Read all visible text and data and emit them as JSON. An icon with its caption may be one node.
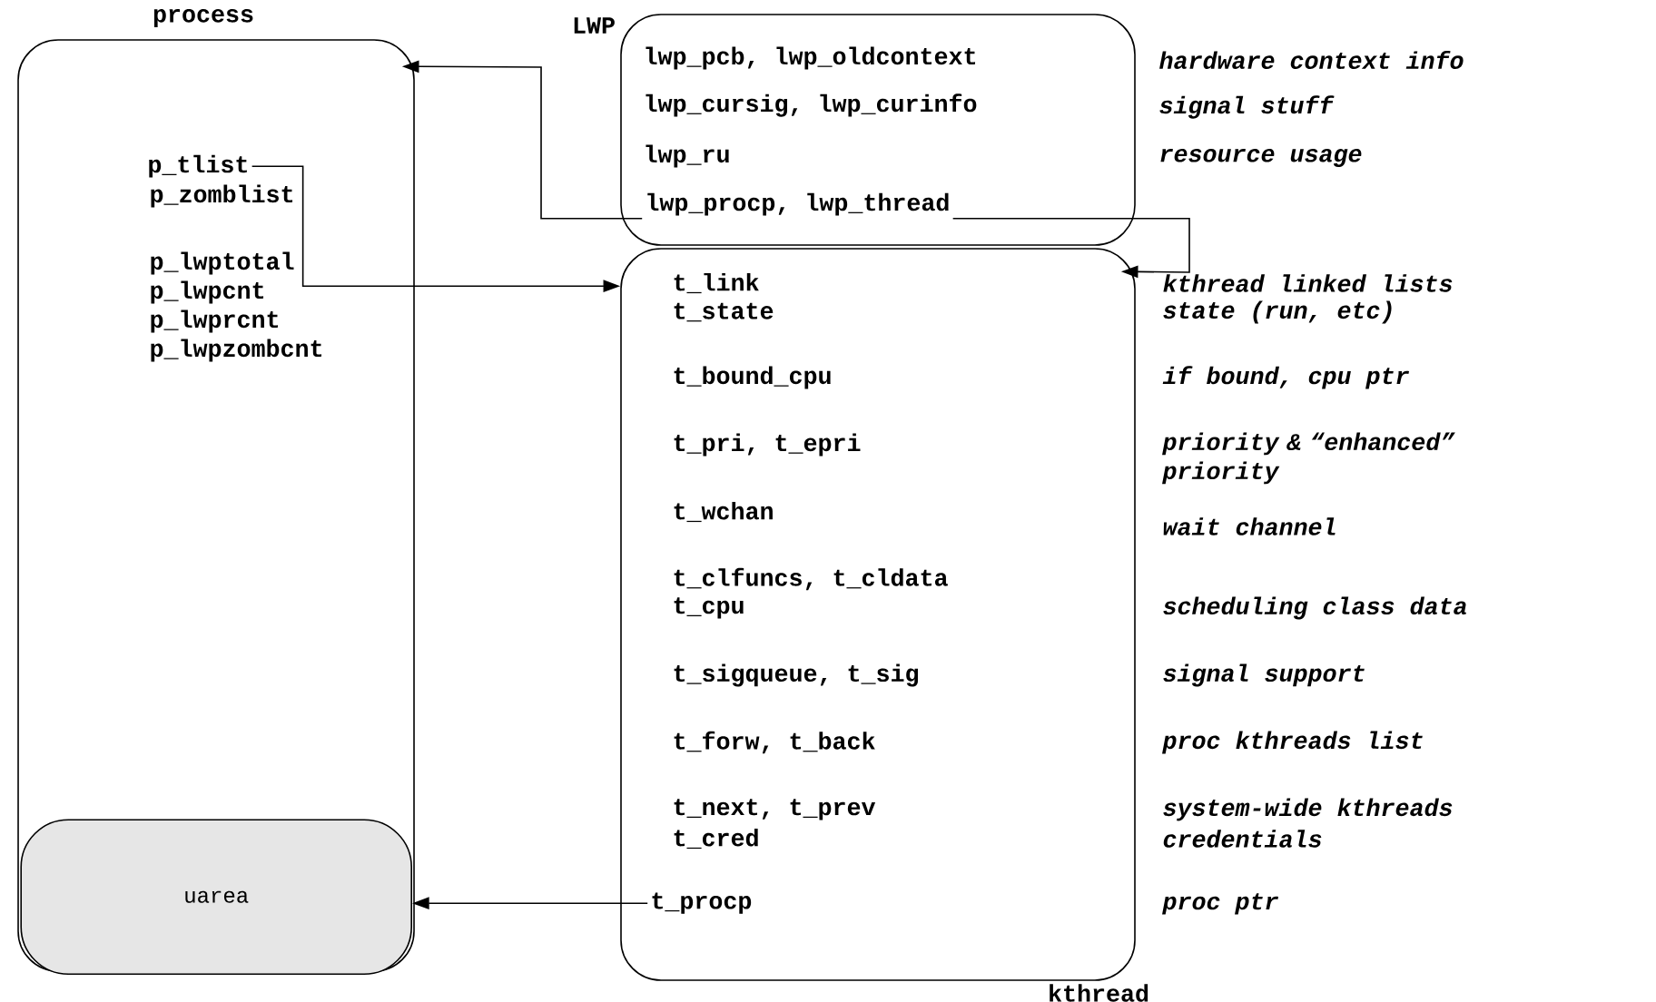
{
  "diagram": {
    "nodes": [
      {
        "text": [
          "process"
        ]
      },
      {
        "text": [
          "p_tlist"
        ],
        "in": 0
      },
      {
        "text": [
          "uarea"
        ],
        "in": 0
      },
      {
        "text": [
          "LWP"
        ]
      },
      {
        "text": [
          "lwp_procp, lwp_thread"
        ],
        "in": 3
      },
      {
        "text": [
          "kthread"
        ]
      },
      {
        "text": [
          "t_procp"
        ],
        "in": 5
      }
    ],
    "edges": [
      {
        "from": 1,
        "to": 5,
        "arrow": "to"
      },
      {
        "from": 4,
        "to": 0,
        "arrow": "to"
      },
      {
        "from": 4,
        "to": 5,
        "arrow": "to"
      },
      {
        "from": 6,
        "to": 2,
        "arrow": "to"
      }
    ],
    "labels": [
      "p_zomblist",
      "p_lwptotal",
      "p_lwpcnt",
      "p_lwprcnt",
      "p_lwpzombcnt",
      "lwp_pcb, lwp_oldcontext",
      "hardware context info",
      "lwp_cursig, lwp_curinfo",
      "signal stuff",
      "lwp_ru",
      "resource usage",
      "t_link",
      "kthread linked lists",
      "t_state",
      "state (run, etc)",
      "t_bound_cpu",
      "if bound, cpu ptr",
      "t_pri, t_epri",
      "priority & “enhanced” priority",
      "t_wchan",
      "wait channel",
      "t_clfuncs, t_cldata",
      "t_cpu",
      "scheduling class data",
      "t_sigqueue, t_sig",
      "signal support",
      "t_forw, t_back",
      "proc kthreads list",
      "t_next, t_prev",
      "t_cred",
      "system-wide kthreads",
      "credentials",
      "proc ptr"
    ]
  }
}
